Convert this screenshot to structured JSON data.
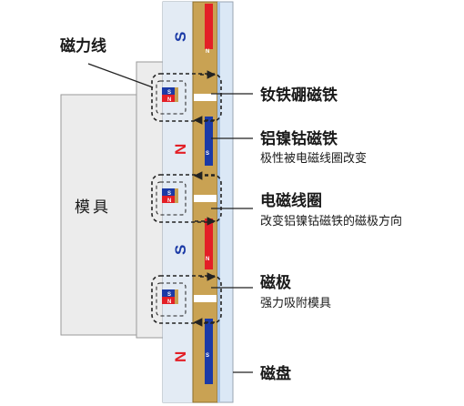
{
  "labels": {
    "magnetic_field_lines": "磁力线",
    "mold": "模具",
    "ndfeb_magnet": "钕铁硼磁铁",
    "alnico_magnet": "铝镍钴磁铁",
    "alnico_desc": "极性被电磁线圈改变",
    "em_coil": "电磁线圈",
    "em_coil_desc": "改变铝镍钴磁铁的磁极方向",
    "magnetic_pole": "磁极",
    "pole_desc": "强力吸附模具",
    "magnetic_chuck": "磁盘"
  },
  "poles": [
    "S",
    "N",
    "S",
    "N"
  ],
  "small_magnet_letters": [
    "S",
    "N"
  ],
  "strip_letters": [
    "N",
    "S"
  ],
  "colors": {
    "north_red": "#e31f26",
    "south_blue": "#1b3aa6",
    "brass": "#c9a253",
    "plate_blue": "#dbe8f6",
    "mold_gray": "#ececec"
  }
}
